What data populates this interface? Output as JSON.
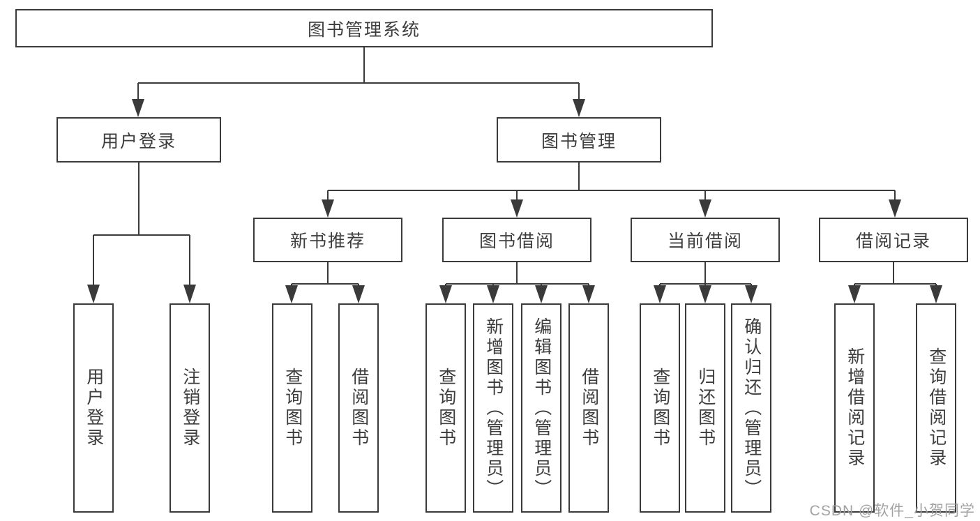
{
  "nodes": {
    "root": "图书管理系统",
    "user_login": "用户登录",
    "book_mgmt": "图书管理",
    "new_books": "新书推荐",
    "book_borrow": "图书借阅",
    "current_borrow": "当前借阅",
    "borrow_records": "借阅记录",
    "leaves": {
      "login": [
        "用户登录",
        "注销登录"
      ],
      "new_books": [
        "查询图书",
        "借阅图书"
      ],
      "borrow": [
        "查询图书",
        "新增图书（管理员）",
        "编辑图书（管理员）",
        "借阅图书"
      ],
      "current": [
        "查询图书",
        "归还图书",
        "确认归还（管理员）"
      ],
      "records": [
        "新增借阅记录",
        "查询借阅记录"
      ]
    }
  },
  "watermark": "CSDN @软件_小贺同学",
  "colors": {
    "line": "#3a3a3a",
    "border": "#3a3a3a",
    "text": "#3d3d3d",
    "watermark": "#9e9e9e",
    "background": "#ffffff"
  }
}
